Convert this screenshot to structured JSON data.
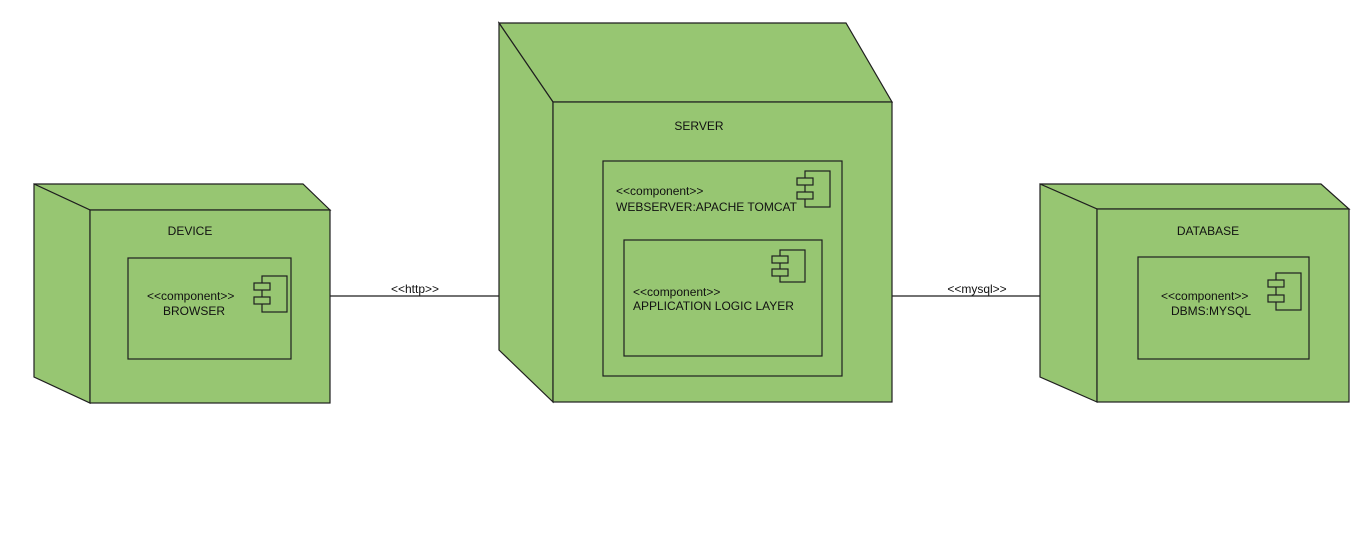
{
  "colors": {
    "node_fill": "#97c672",
    "stroke": "#1f1f1f",
    "background": "#ffffff"
  },
  "nodes": {
    "device": {
      "title": "DEVICE",
      "component": {
        "stereotype": "<<component>>",
        "name": "BROWSER",
        "icon": "component-icon"
      }
    },
    "server": {
      "title": "SERVER",
      "component": {
        "stereotype": "<<component>>",
        "name": "WEBSERVER:APACHE TOMCAT",
        "icon": "component-icon",
        "nested_component": {
          "stereotype": "<<component>>",
          "name": "APPLICATION LOGIC LAYER",
          "icon": "component-icon"
        }
      }
    },
    "database": {
      "title": "DATABASE",
      "component": {
        "stereotype": "<<component>>",
        "name": "DBMS:MYSQL",
        "icon": "component-icon"
      }
    }
  },
  "connections": [
    {
      "from": "DEVICE",
      "to": "SERVER",
      "label": "<<http>>"
    },
    {
      "from": "SERVER",
      "to": "DATABASE",
      "label": "<<mysql>>"
    }
  ]
}
